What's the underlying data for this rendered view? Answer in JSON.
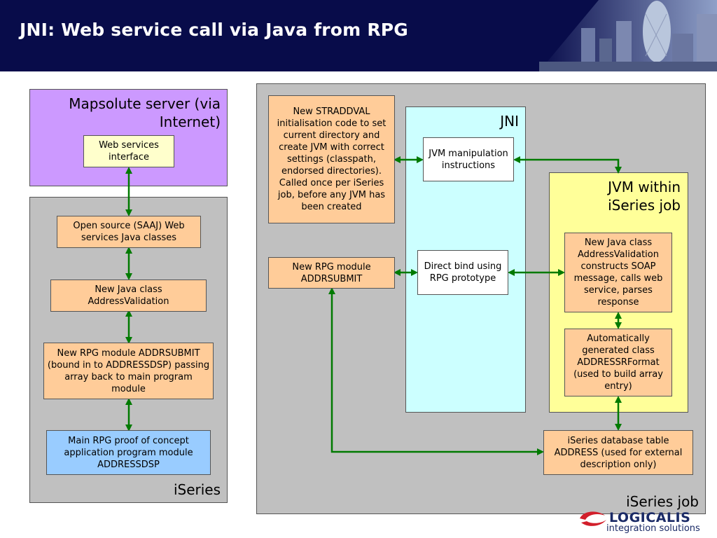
{
  "slide": {
    "title": "JNI: Web service call via Java from RPG"
  },
  "panels": {
    "mapsolute": "Mapsolute server (via Internet)",
    "iseries": "iSeries",
    "iseries_job": "iSeries job",
    "jni": "JNI",
    "jvm": "JVM within iSeries job"
  },
  "boxes": {
    "web_services_interface": "Web services interface",
    "saaj_classes": "Open source (SAAJ) Web services Java classes",
    "java_class_left": "New Java class AddressValidation",
    "rpg_module_left": "New RPG module ADDRSUBMIT (bound in to ADDRESSDSP) passing array back to main program module",
    "main_rpg": "Main RPG proof of concept application program module ADDRESSDSP",
    "straddval": "New STRADDVAL initialisation code to set current directory and create JVM with correct settings (classpath, endorsed directories). Called once per iSeries job, before any JVM has been created",
    "rpg_module_right": "New RPG module ADDRSUBMIT",
    "jvm_manipulation": "JVM manipulation instructions",
    "direct_bind": "Direct bind using RPG prototype",
    "java_class_right": "New Java class AddressValidation constructs SOAP message, calls web service, parses response",
    "generated_class": "Automatically generated class ADDRESSRFormat (used to build array entry)",
    "database_table": "iSeries database table ADDRESS (used for external description only)"
  },
  "logo": {
    "name": "LOGICALIS",
    "tagline": "integration solutions"
  },
  "colors": {
    "header_bg": "#080c4a",
    "connector": "#007a00",
    "orange_box": "#ffcc99",
    "purple_panel": "#cc99ff",
    "grey_panel": "#c0c0c0",
    "cyan_panel": "#ccffff",
    "yellow_panel": "#ffff99",
    "blue_box": "#99ccff"
  }
}
